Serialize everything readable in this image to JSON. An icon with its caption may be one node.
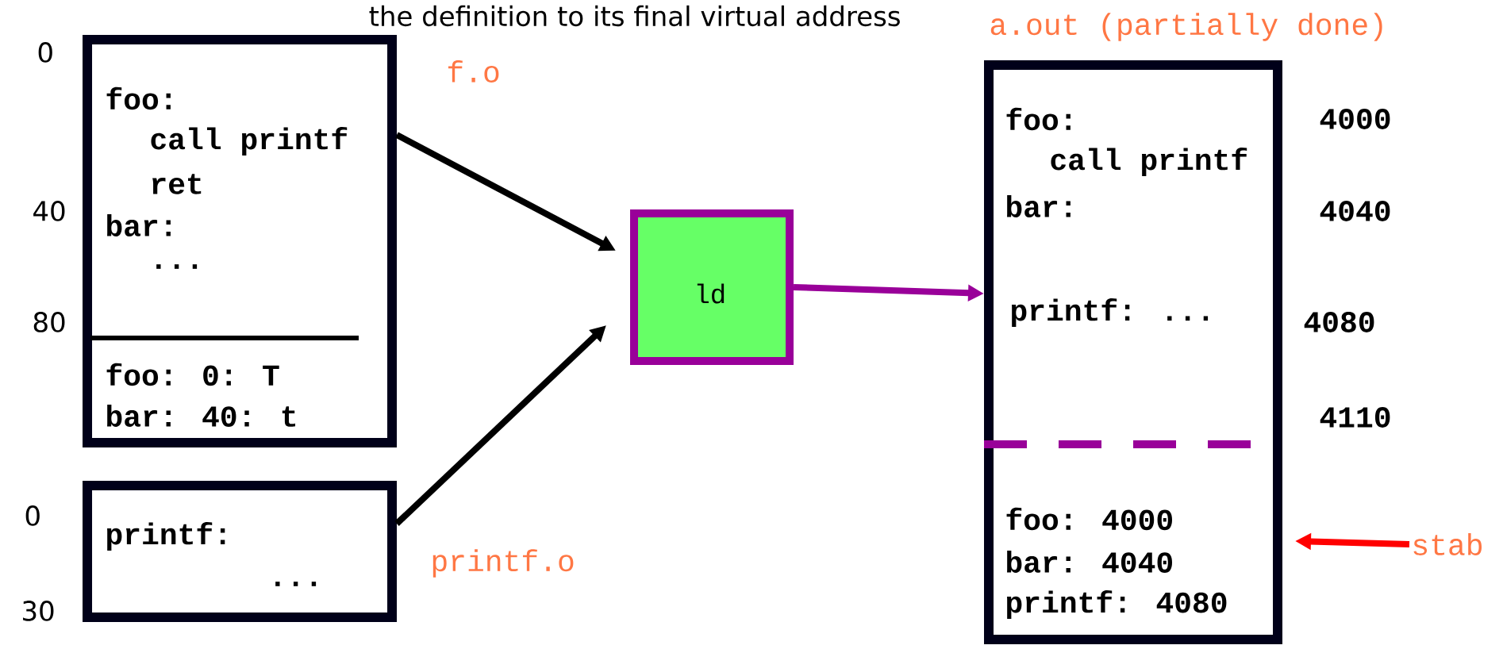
{
  "diagram": {
    "nodes": [
      {
        "text": [
          "foo:",
          "call printf",
          "ret",
          "bar:",
          "...",
          "foo: 0: T",
          "bar: 40: t"
        ],
        "beside": [
          "f.o"
        ]
      },
      {
        "text": [
          "printf:",
          "..."
        ],
        "beside": [
          "printf.o"
        ]
      },
      {
        "text": [
          "ld"
        ]
      },
      {
        "text": [
          "foo:",
          "call printf",
          "bar:",
          "printf: ...",
          "foo: 4000",
          "bar: 4040",
          "printf: 4080"
        ],
        "beside": [
          "a.out (partially done)"
        ]
      },
      {
        "text": [
          "stab"
        ]
      }
    ],
    "edges": [
      {
        "from": 0,
        "to": 2,
        "arrow": "to"
      },
      {
        "from": 1,
        "to": 2,
        "arrow": "to"
      },
      {
        "from": 2,
        "to": 3,
        "arrow": "to",
        "color": "#990099"
      },
      {
        "from": 4,
        "to": 3,
        "arrow": "to",
        "color": "#ff0000"
      }
    ],
    "labels": [
      "the definition to its final virtual address",
      "0",
      "40",
      "80",
      "0",
      "30",
      "4000",
      "4040",
      "4080",
      "4110"
    ]
  }
}
